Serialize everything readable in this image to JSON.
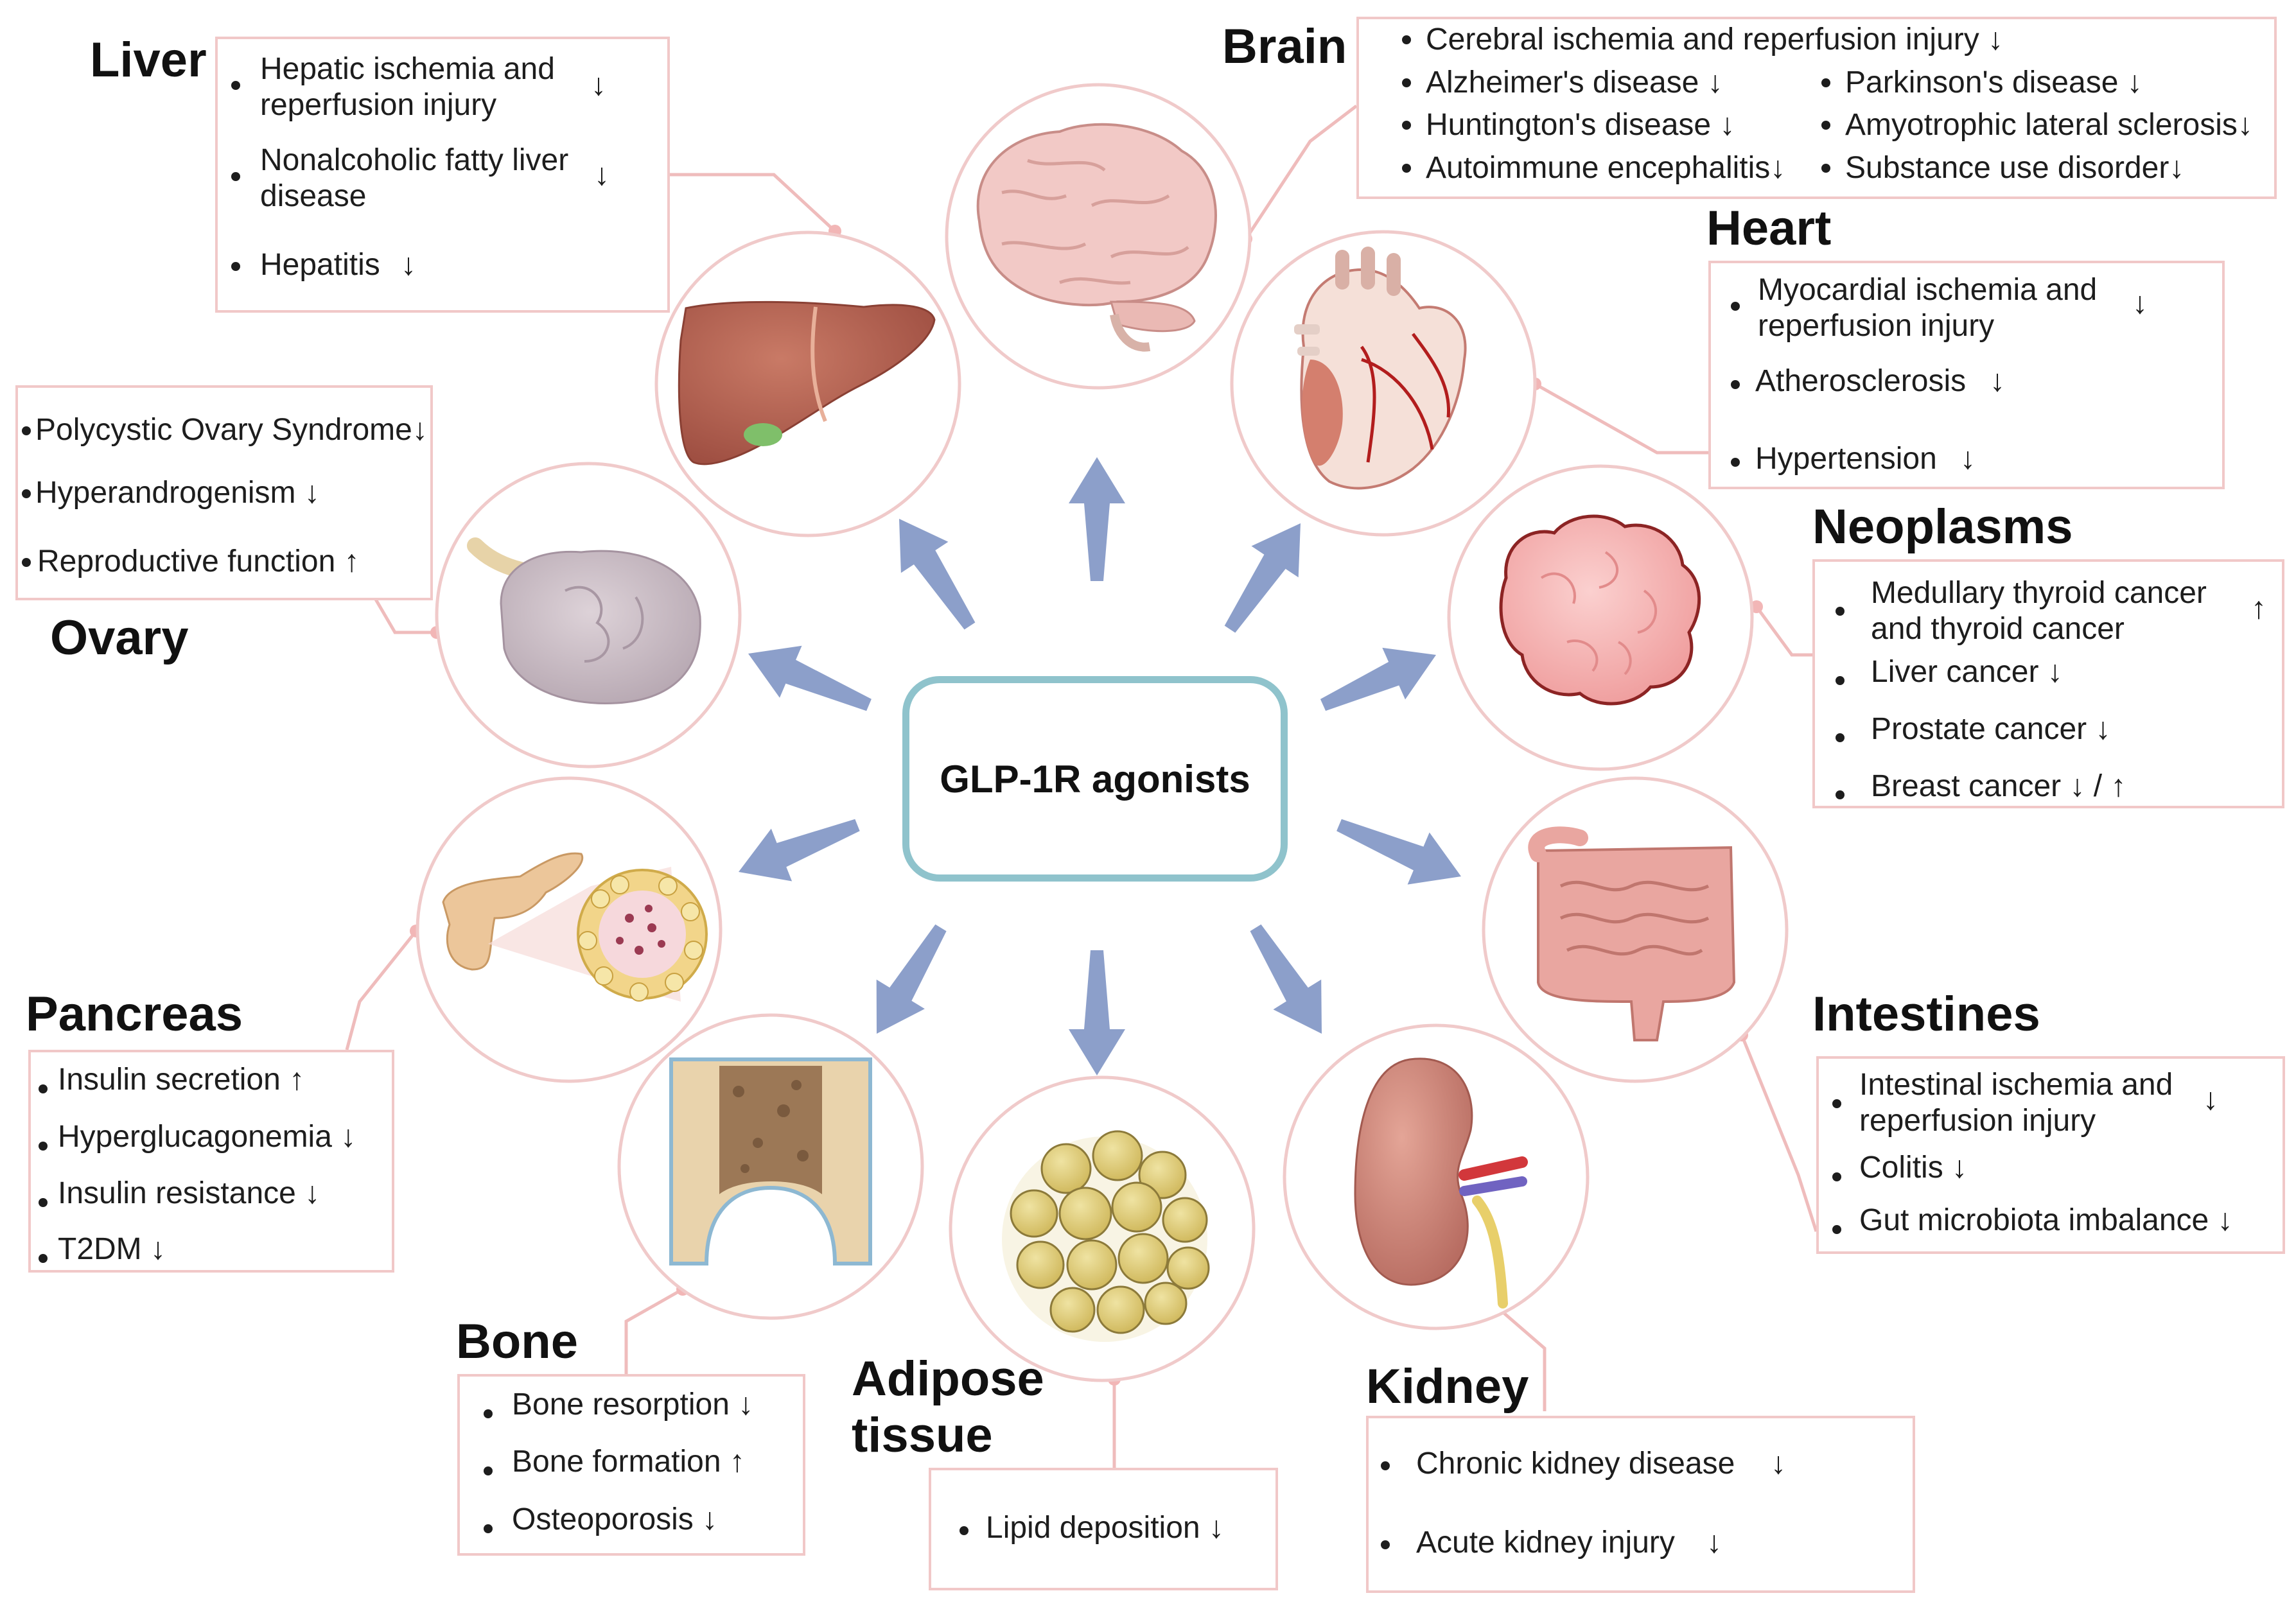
{
  "center": {
    "label": "GLP-1R agonists"
  },
  "colors": {
    "arrow": "#7f95c4",
    "circle_border": "#f0caca",
    "center_border": "#8fc3cc",
    "box_border": "#f1c8c8",
    "connector": "#efbcbc"
  },
  "liver": {
    "title": "Liver",
    "icon": "liver-illustration",
    "items": [
      "Hepatic ischemia and\nreperfusion injury",
      "Nonalcoholic fatty liver\ndisease",
      "Hepatitis"
    ],
    "arrows": [
      "↓",
      "↓",
      "↓"
    ]
  },
  "brain": {
    "title": "Brain",
    "icon": "brain-illustration",
    "items": [
      "Cerebral ischemia and reperfusion injury ↓",
      "Alzheimer's disease ↓",
      "Parkinson's disease ↓",
      "Huntington's disease ↓",
      "Amyotrophic lateral sclerosis↓",
      "Autoimmune encephalitis↓",
      "Substance use disorder↓"
    ]
  },
  "heart": {
    "title": "Heart",
    "icon": "heart-illustration",
    "items": [
      "Myocardial ischemia and\nreperfusion injury",
      "Atherosclerosis",
      "Hypertension"
    ],
    "arrows": [
      "↓",
      "↓",
      "↓"
    ]
  },
  "ovary": {
    "title": "Ovary",
    "icon": "ovary-illustration",
    "items": [
      "Polycystic Ovary Syndrome↓",
      "Hyperandrogenism ↓",
      "Reproductive function ↑"
    ]
  },
  "neoplasms": {
    "title": "Neoplasms",
    "icon": "tumor-illustration",
    "items": [
      "Medullary thyroid cancer\nand thyroid cancer",
      "Liver cancer ↓",
      "Prostate cancer ↓",
      "Breast cancer ↓ / ↑"
    ],
    "arrows": [
      "↑"
    ]
  },
  "pancreas": {
    "title": "Pancreas",
    "icon": "pancreas-illustration",
    "items": [
      "Insulin secretion ↑",
      "Hyperglucagonemia ↓",
      "Insulin resistance ↓",
      "T2DM ↓"
    ]
  },
  "intestines": {
    "title": "Intestines",
    "icon": "intestines-illustration",
    "items": [
      "Intestinal ischemia and\nreperfusion injury",
      "Colitis ↓",
      "Gut microbiota imbalance ↓"
    ],
    "arrows": [
      "↓"
    ]
  },
  "bone": {
    "title": "Bone",
    "icon": "bone-illustration",
    "items": [
      "Bone resorption ↓",
      "Bone formation ↑",
      "Osteoporosis ↓"
    ]
  },
  "adipose": {
    "title": "Adipose\ntissue",
    "icon": "adipose-illustration",
    "items": [
      "Lipid deposition ↓"
    ]
  },
  "kidney": {
    "title": "Kidney",
    "icon": "kidney-illustration",
    "items": [
      "Chronic kidney disease",
      "Acute kidney injury"
    ],
    "arrows": [
      "↓",
      "↓"
    ]
  }
}
